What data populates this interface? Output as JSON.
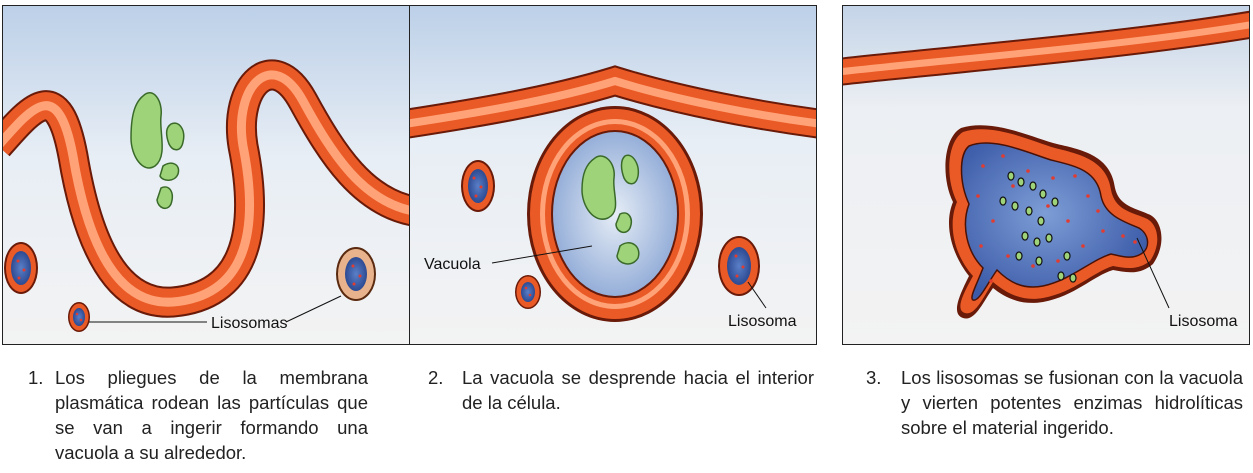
{
  "panels": [
    {
      "label_lisosomas": "Lisosomas",
      "caption_number": "1.",
      "caption_text": "Los pliegues de la membrana plasmática rodean las partículas que se van a ingerir formando una vacuola a su alrededor."
    },
    {
      "label_vacuola": "Vacuola",
      "label_lisosoma": "Lisosoma",
      "caption_number": "2.",
      "caption_text": "La vacuola se desprende hacia el interior de la célula."
    },
    {
      "label_lisosoma": "Lisosoma",
      "caption_number": "3.",
      "caption_text": "Los lisosomas se fusionan con la vacuola y vierten potentes enzimas hidrolíticas sobre el material ingerido."
    }
  ],
  "colors": {
    "membrane": "#e8501f",
    "membrane_highlight": "#ffb58a",
    "particle": "#9fd37a",
    "lysosome_core": "#3b5aa8",
    "enzyme_dot": "#e23b2f",
    "background_top": "#c9d8ea",
    "background_bottom": "#f4f4f4"
  }
}
